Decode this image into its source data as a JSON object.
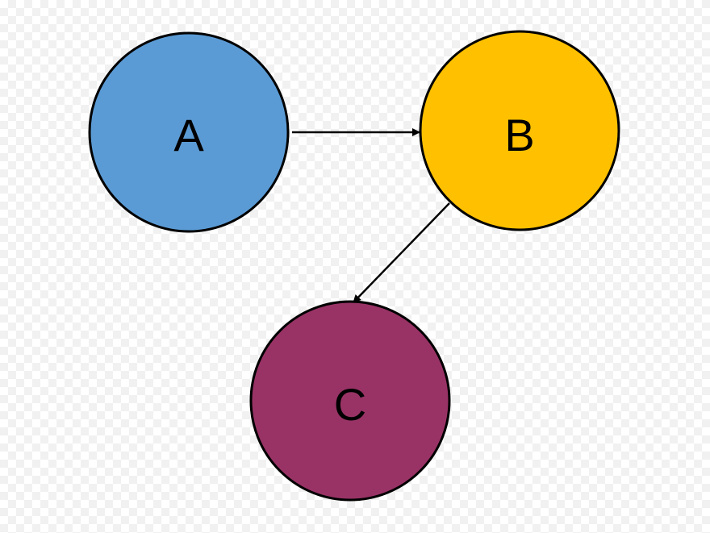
{
  "diagram": {
    "nodes": [
      {
        "id": "a",
        "label": "A",
        "color": "#5B9BD5"
      },
      {
        "id": "b",
        "label": "B",
        "color": "#FFC000"
      },
      {
        "id": "c",
        "label": "C",
        "color": "#993366"
      }
    ],
    "edges": [
      {
        "from": "A",
        "to": "B"
      },
      {
        "from": "B",
        "to": "C"
      }
    ],
    "stroke_color": "#000000"
  }
}
